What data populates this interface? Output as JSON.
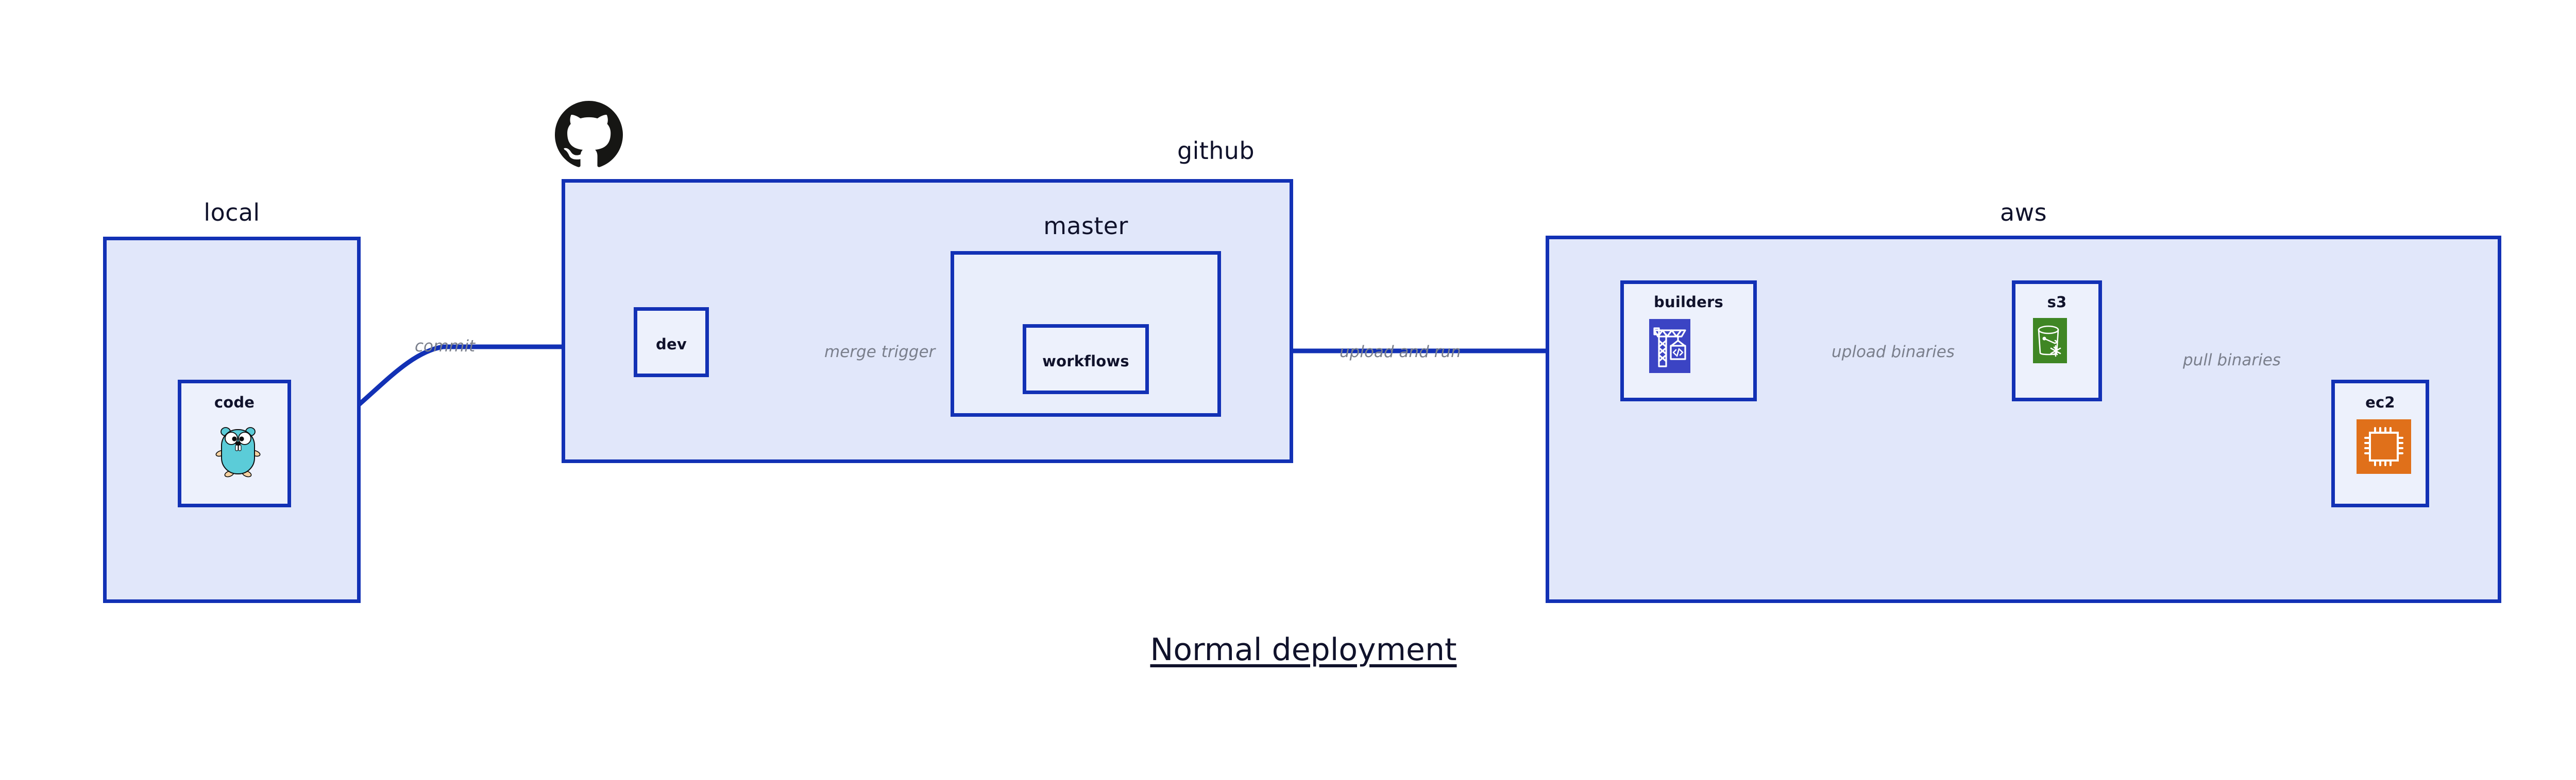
{
  "diagram": {
    "title": "Normal deployment",
    "accent_border": "#1231B5",
    "group_fill": "#E1E7FA",
    "subgroup_fill": "#E9EEFB",
    "node_fill": "#EDF1FC",
    "edge_label_color": "#7A7F8C",
    "text_color": "#10122B"
  },
  "groups": {
    "local": {
      "label": "local"
    },
    "github": {
      "label": "github"
    },
    "master": {
      "label": "master"
    },
    "aws": {
      "label": "aws"
    }
  },
  "nodes": {
    "code": {
      "label": "code",
      "icon": "go-gopher-icon"
    },
    "dev": {
      "label": "dev",
      "icon": null
    },
    "workflows": {
      "label": "workflows",
      "icon": null
    },
    "builders": {
      "label": "builders",
      "icon": "aws-builders-crane-icon",
      "icon_color": "#3B44C4"
    },
    "s3": {
      "label": "s3",
      "icon": "aws-s3-bucket-icon",
      "icon_color": "#3F8624"
    },
    "ec2": {
      "label": "ec2",
      "icon": "aws-ec2-chip-icon",
      "icon_color": "#E0701A"
    }
  },
  "edges": [
    {
      "id": "code-to-dev",
      "label": "commit"
    },
    {
      "id": "dev-to-workflows",
      "label": "merge trigger"
    },
    {
      "id": "workflows-to-builders",
      "label": "upload and run"
    },
    {
      "id": "builders-to-s3",
      "label": "upload binaries"
    },
    {
      "id": "s3-to-ec2",
      "label": "pull binaries"
    }
  ],
  "logos": {
    "github": {
      "name": "github-octocat-logo",
      "color": "#161614"
    }
  }
}
